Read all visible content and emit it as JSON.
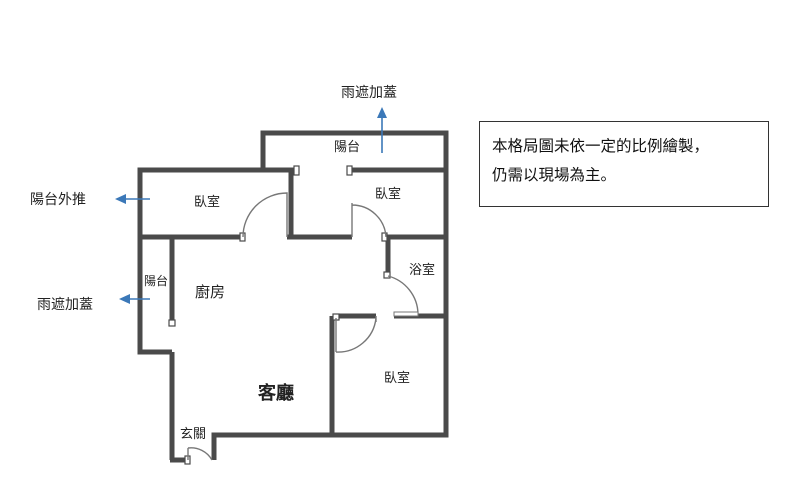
{
  "rooms": {
    "balcony_top": "陽台",
    "bedroom_left": "臥室",
    "bedroom_mid": "臥室",
    "bathroom": "浴室",
    "balcony_side": "陽台",
    "kitchen": "廚房",
    "living_room": "客廳",
    "bedroom_bottom": "臥室",
    "entrance": "玄關"
  },
  "annotations": {
    "top_awning": "雨遮加蓋",
    "balcony_push": "陽台外推",
    "side_awning": "雨遮加蓋"
  },
  "note": {
    "line1": "本格局圖未依一定的比例繪製，",
    "line2": "仍需以現場為主。"
  },
  "colors": {
    "wall": "#4a4a4a",
    "arrow": "#3b78b8",
    "door": "#777777"
  }
}
